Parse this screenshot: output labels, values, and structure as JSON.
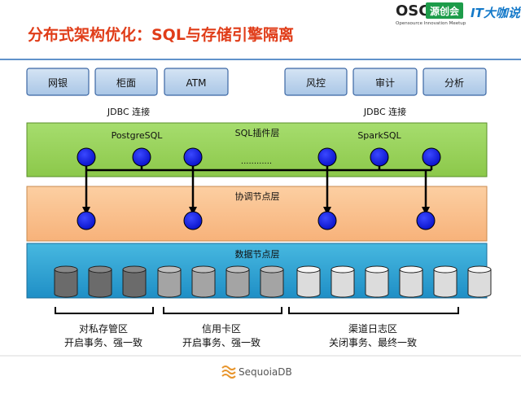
{
  "header": {
    "title": "分布式架构优化：SQL与存储引擎隔离",
    "osc_logo_main": "OSC",
    "osc_logo_badge": "源创会",
    "osc_logo_sub": "Opensource Innovation Meetup",
    "it_logo": "IT大咖说"
  },
  "apps": {
    "left": [
      "网银",
      "柜面",
      "ATM"
    ],
    "right": [
      "风控",
      "审计",
      "分析"
    ]
  },
  "connections": {
    "left_label": "JDBC 连接",
    "right_label": "JDBC 连接"
  },
  "layers": {
    "sql": {
      "title": "SQL插件层",
      "left_engine": "PostgreSQL",
      "right_engine": "SparkSQL",
      "ellipsis": "............"
    },
    "coord": {
      "title": "协调节点层"
    },
    "data": {
      "title": "数据节点层"
    }
  },
  "storage_groups": [
    {
      "name": "对私存管区",
      "desc": "开启事务、强一致",
      "color": "#6b6b6b"
    },
    {
      "name": "信用卡区",
      "desc": "开启事务、强一致",
      "color": "#a4a4a4"
    },
    {
      "name": "渠道日志区",
      "desc": "关闭事务、最终一致",
      "color": "#dcdcdc"
    }
  ],
  "footer": {
    "brand": "SequoiaDB"
  },
  "colors": {
    "accent_red": "#e03c18",
    "app_box": "#b9d1ea",
    "sql_layer": "#92d050",
    "coord_layer": "#fac090",
    "data_layer": "#31a9d6",
    "node_blue": "#0a14ee"
  }
}
